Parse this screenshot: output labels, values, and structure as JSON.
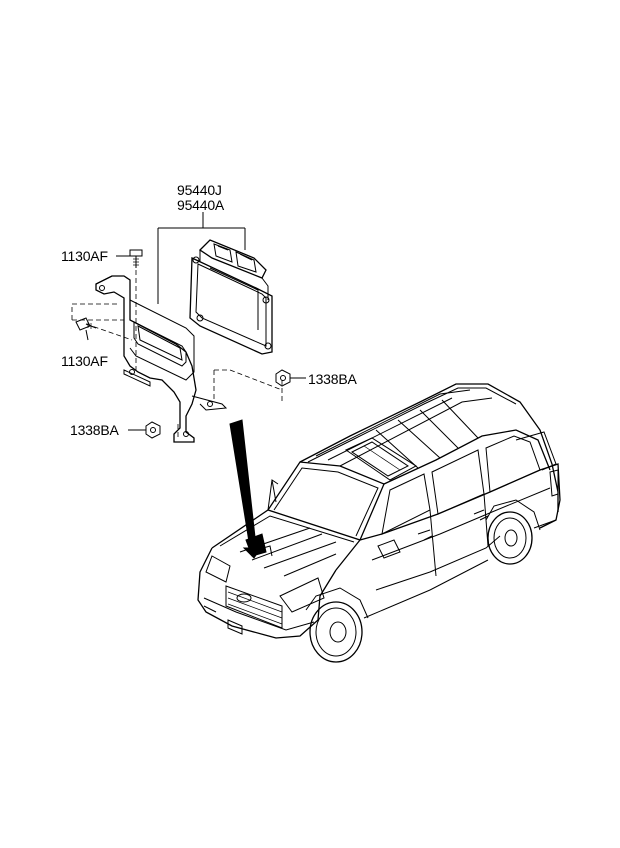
{
  "labels": {
    "part_95440j": "95440J",
    "part_95440a": "95440A",
    "bolt_top": "1130AF",
    "bolt_mid": "1130AF",
    "nut_right": "1338BA",
    "nut_left": "1338BA"
  }
}
